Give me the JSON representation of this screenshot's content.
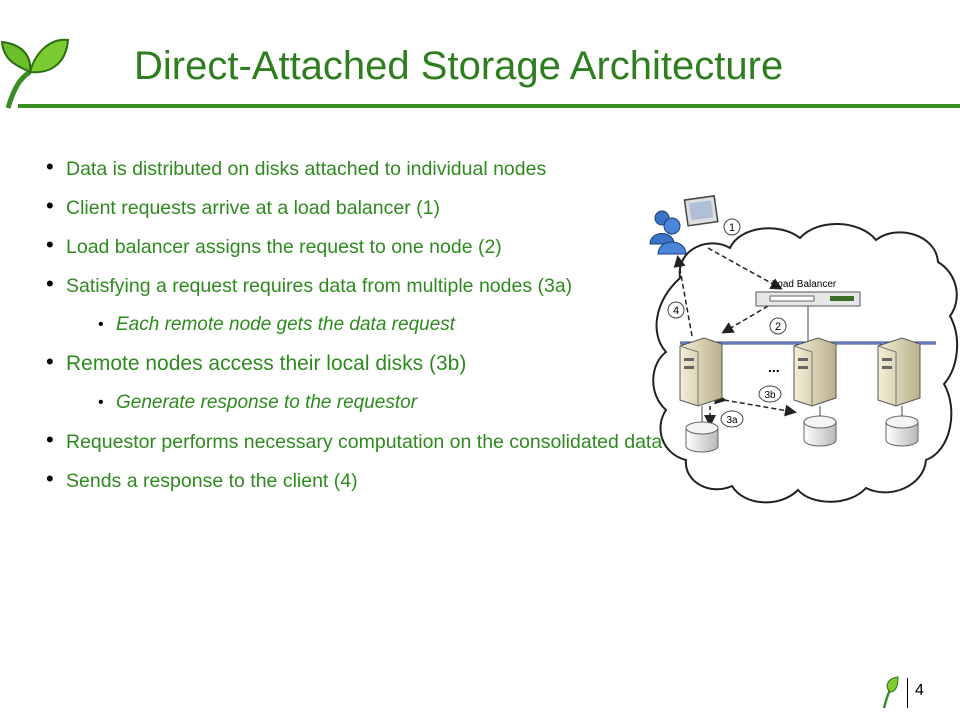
{
  "slide": {
    "title": "Direct-Attached Storage Architecture",
    "page_number": "4"
  },
  "bullets": [
    {
      "level": 1,
      "text": "Data is distributed on disks attached to individual nodes"
    },
    {
      "level": 1,
      "text": "Client requests arrive at a load balancer (1)"
    },
    {
      "level": 1,
      "text": "Load balancer assigns the request to one node (2)"
    },
    {
      "level": 1,
      "text": "Satisfying a request requires data from multiple nodes (3a)"
    },
    {
      "level": 2,
      "text": "Each remote node gets the data request"
    },
    {
      "level": 1,
      "text": "Remote nodes access their local disks (3b)"
    },
    {
      "level": 2,
      "text": "Generate response to the requestor"
    },
    {
      "level": 1,
      "text": "Requestor performs necessary computation on the consolidated data"
    },
    {
      "level": 1,
      "text": "Sends a response to the client (4)"
    }
  ],
  "diagram": {
    "load_balancer_label": "Load Balancer",
    "markers": {
      "m1": "1",
      "m2": "2",
      "m3a": "3a",
      "m3b": "3b",
      "m4": "4"
    },
    "ellipsis": "..."
  },
  "colors": {
    "title": "#2e7d1e",
    "rule": "#3a8c24",
    "bullet_text": "#2e8a1e",
    "cloud_stroke": "#222222",
    "network_line": "#2a3f8f"
  },
  "icons": {
    "logo": "sprout-leaf-logo",
    "clients": "users-computer-icon",
    "load_balancer": "rack-server-icon",
    "servers": "tower-server-icon",
    "disks": "disk-cylinder-icon",
    "footer": "leaf-icon"
  }
}
